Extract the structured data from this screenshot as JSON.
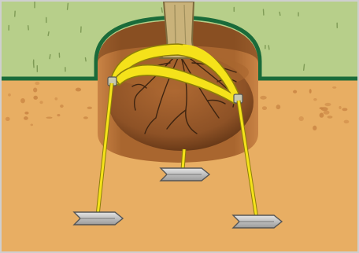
{
  "diagram": {
    "subject": "root-ball-anchoring-with-underground-stakes",
    "colors": {
      "grass": "#b7cf8a",
      "grass_blade": "#7e9a55",
      "ground_line": "#1a6b3a",
      "soil": "#e8ae63",
      "soil_speck": "#c98543",
      "pit_wall_light": "#c27a3e",
      "pit_wall_dark": "#8a4e23",
      "root_ball": "#9b5b2c",
      "root_ball_shade": "#6e3b17",
      "roots": "#3e2410",
      "trunk": "#c9b27a",
      "trunk_outline": "#7d6a3c",
      "strap": "#f5e21a",
      "strap_outline": "#8d7e0a",
      "anchor": "#b9b9b9",
      "anchor_outline": "#555555",
      "border": "#cfcfcf"
    },
    "anchors": [
      {
        "name": "anchor-left"
      },
      {
        "name": "anchor-center"
      },
      {
        "name": "anchor-right"
      }
    ]
  }
}
